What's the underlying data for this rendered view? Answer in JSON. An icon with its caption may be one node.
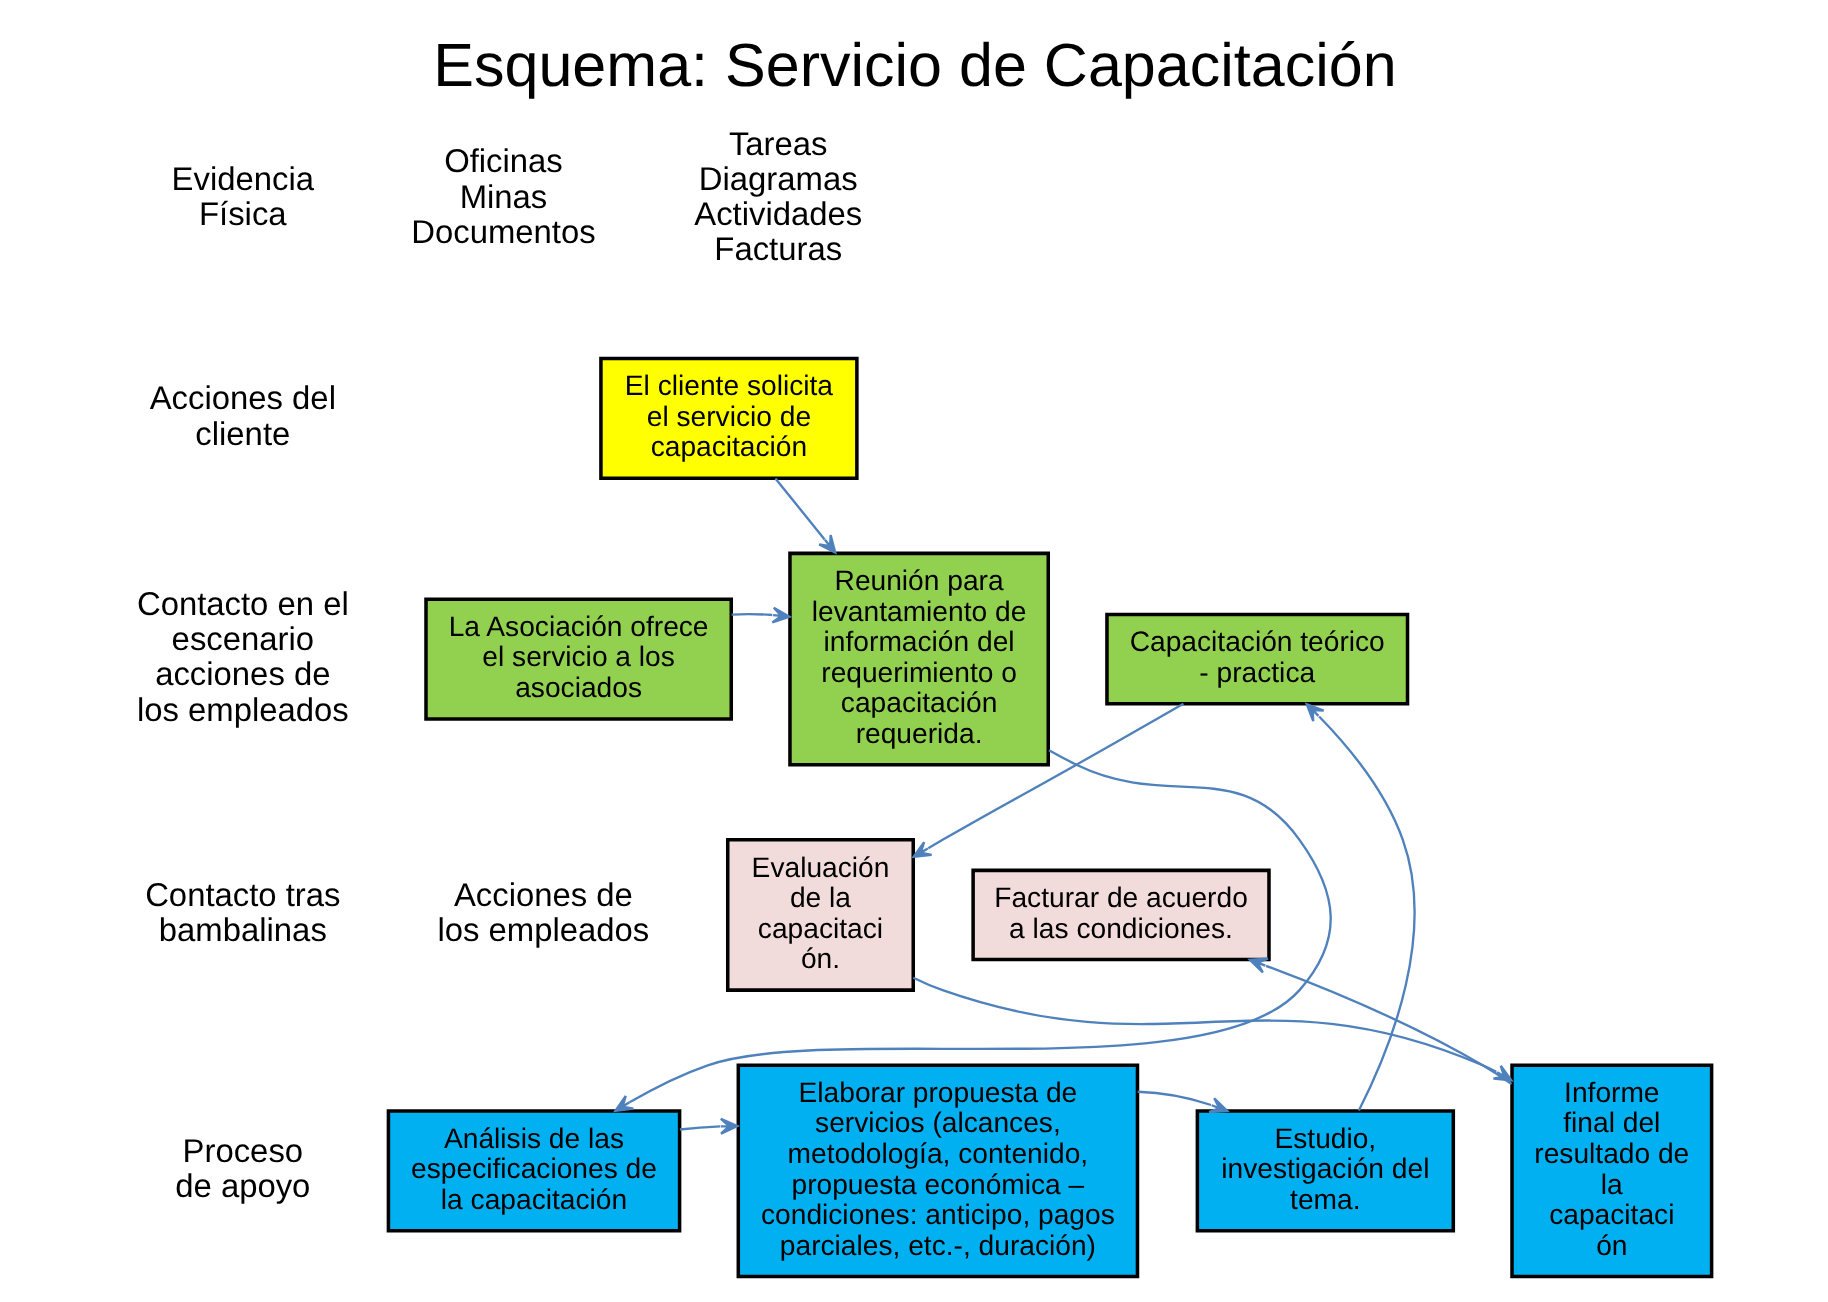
{
  "diagram": {
    "title": "Esquema: Servicio de Capacitación",
    "nodes": [
      {
        "text": [
          "El cliente solicita el servicio de capacitación"
        ]
      },
      {
        "text": [
          "La Asociación ofrece el servicio a los asociados"
        ]
      },
      {
        "text": [
          "Reunión para levantamiento de información del requerimiento o capacitación requerida."
        ]
      },
      {
        "text": [
          "Capacitación teórico - practica"
        ]
      },
      {
        "text": [
          "Evaluación de la capacitaci ón."
        ]
      },
      {
        "text": [
          "Facturar de acuerdo a las condiciones."
        ]
      },
      {
        "text": [
          "Análisis de las especificaciones de la capacitación"
        ]
      },
      {
        "text": [
          "Elaborar propuesta de servicios (alcances, metodología, contenido, propuesta económica – condiciones: anticipo, pagos parciales, etc.-, duración)"
        ]
      },
      {
        "text": [
          "Estudio, investigación del tema."
        ]
      },
      {
        "text": [
          "Informe final del resultado de la capacitaci ón"
        ]
      }
    ],
    "edges": [
      {
        "from": 0,
        "to": 2,
        "arrow": "to"
      },
      {
        "from": 1,
        "to": 2,
        "arrow": "to"
      },
      {
        "from": 2,
        "to": 6,
        "arrow": "to"
      },
      {
        "from": 6,
        "to": 7,
        "arrow": "to"
      },
      {
        "from": 7,
        "to": 8,
        "arrow": "to"
      },
      {
        "from": 8,
        "to": 3,
        "arrow": "to"
      },
      {
        "from": 3,
        "to": 4,
        "arrow": "to"
      },
      {
        "from": 4,
        "to": 9,
        "arrow": "to"
      },
      {
        "from": 9,
        "to": 5,
        "arrow": "to"
      }
    ],
    "labels": [
      "Evidencia Física",
      "Oficinas Minas Documentos",
      "Tareas Diagramas Actividades Facturas",
      "Acciones del cliente",
      "Contacto en el escenario acciones de los empleados",
      "Contacto tras bambalinas",
      "Acciones de los empleados",
      "Proceso de apoyo"
    ]
  }
}
